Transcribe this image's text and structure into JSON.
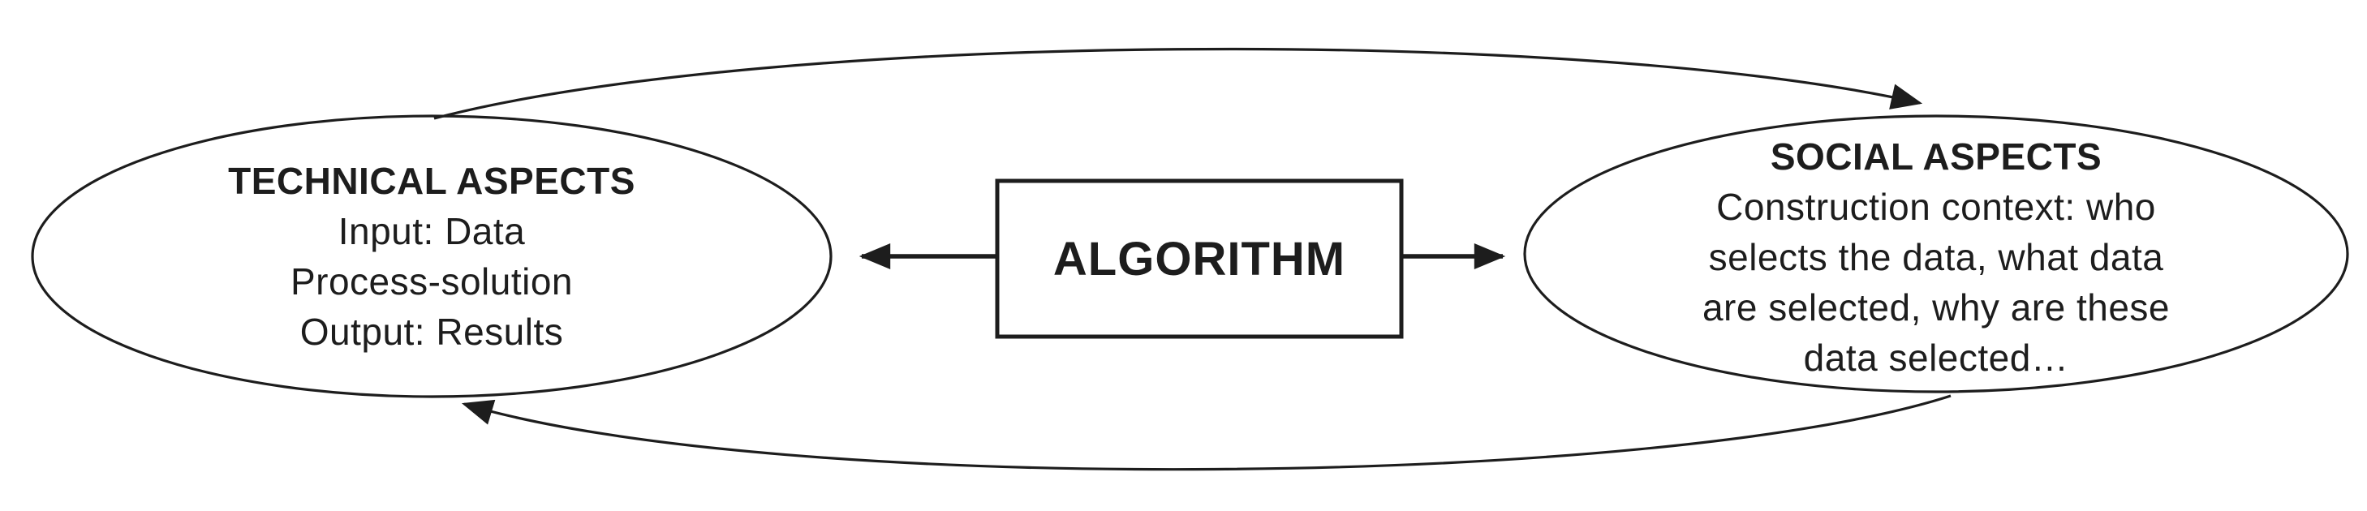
{
  "colors": {
    "ink": "#1d1d1d",
    "background": "#ffffff"
  },
  "nodes": {
    "technical": {
      "title": "TECHNICAL ASPECTS",
      "lines": [
        "Input: Data",
        "Process-solution",
        "Output: Results"
      ]
    },
    "algorithm": {
      "label": "ALGORITHM"
    },
    "social": {
      "title": "SOCIAL ASPECTS",
      "lines": [
        "Construction context: who",
        "selects the data, what data",
        "are selected, why are these",
        "data selected…"
      ]
    }
  }
}
